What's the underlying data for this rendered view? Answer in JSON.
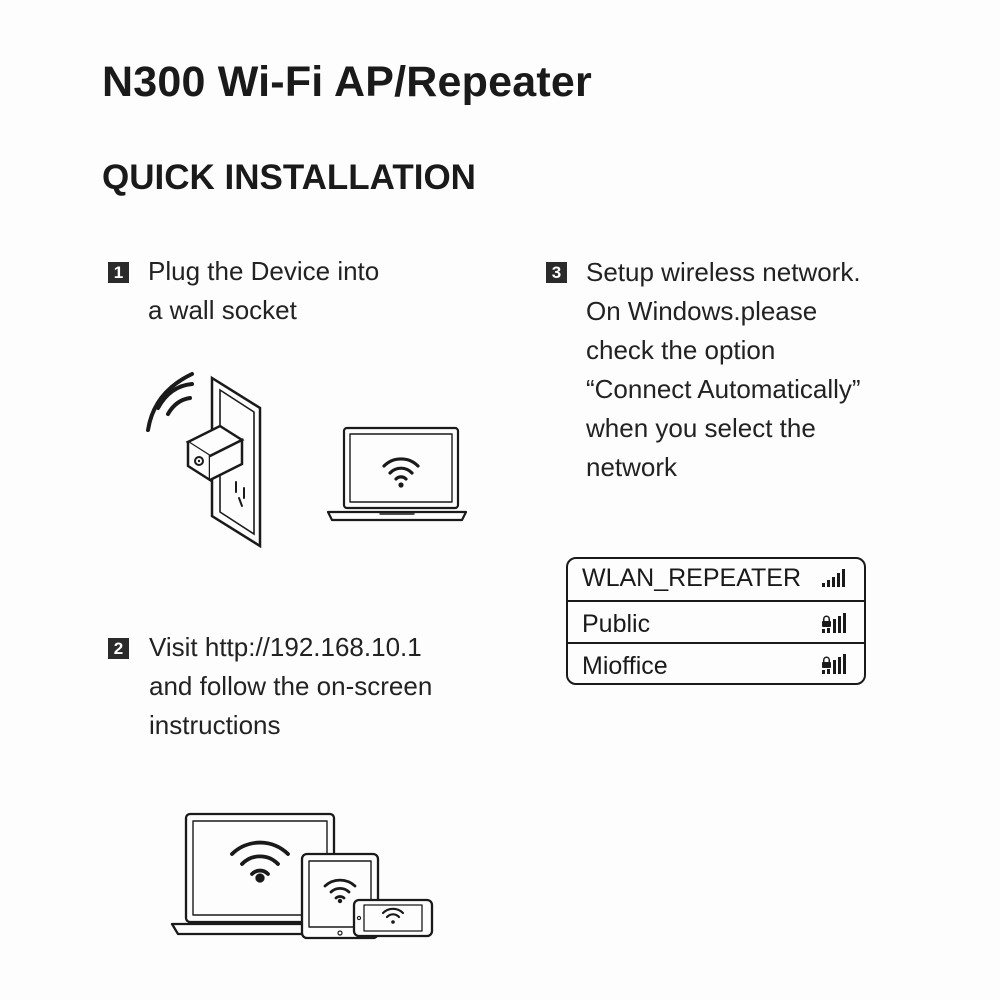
{
  "document": {
    "title": "N300 Wi-Fi AP/Repeater",
    "subtitle": "QUICK INSTALLATION"
  },
  "steps": [
    {
      "number": "1",
      "lines": [
        "Plug the Device into",
        "a wall socket"
      ]
    },
    {
      "number": "2",
      "lines": [
        "Visit http://192.168.10.1",
        "and follow the on-screen",
        "instructions"
      ]
    },
    {
      "number": "3",
      "lines": [
        "Setup wireless network.",
        "On Windows.please",
        "check the option",
        "“Connect Automatically”",
        "when you select the",
        "network"
      ]
    }
  ],
  "networks": [
    {
      "name": "WLAN_REPEATER",
      "secured": false
    },
    {
      "name": "Public",
      "secured": true
    },
    {
      "name": "Mioffice",
      "secured": true
    }
  ],
  "icons": {
    "repeater": "repeater-in-socket-icon",
    "laptop": "laptop-wifi-icon",
    "devices": "devices-wifi-icon",
    "signal": "signal-bars-icon",
    "secured_signal": "secured-signal-icon"
  },
  "colors": {
    "ink": "#1a1a1a",
    "paper": "#fdfdfd"
  }
}
